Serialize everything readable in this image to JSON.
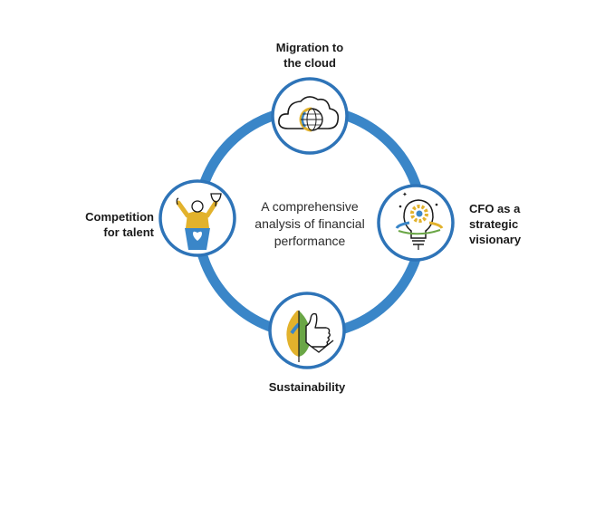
{
  "center": {
    "text": "A comprehensive\nanalysis of financial\nperformance"
  },
  "nodes": {
    "top": {
      "label": "Migration to\nthe cloud",
      "icon": "cloud-globe-icon"
    },
    "right": {
      "label": "CFO as a\nstrategic\nvisionary",
      "icon": "lightbulb-gear-icon"
    },
    "bottom": {
      "label": "Sustainability",
      "icon": "leaf-thumbs-up-icon"
    },
    "left": {
      "label": "Competition\nfor talent",
      "icon": "trophy-winner-icon"
    }
  },
  "colors": {
    "ring": "#3a86c8",
    "node_border": "#2e74b8",
    "accent_yellow": "#e2b22c",
    "accent_green": "#6aa646",
    "accent_blue": "#3a86c8",
    "ink": "#1a1a1a"
  }
}
